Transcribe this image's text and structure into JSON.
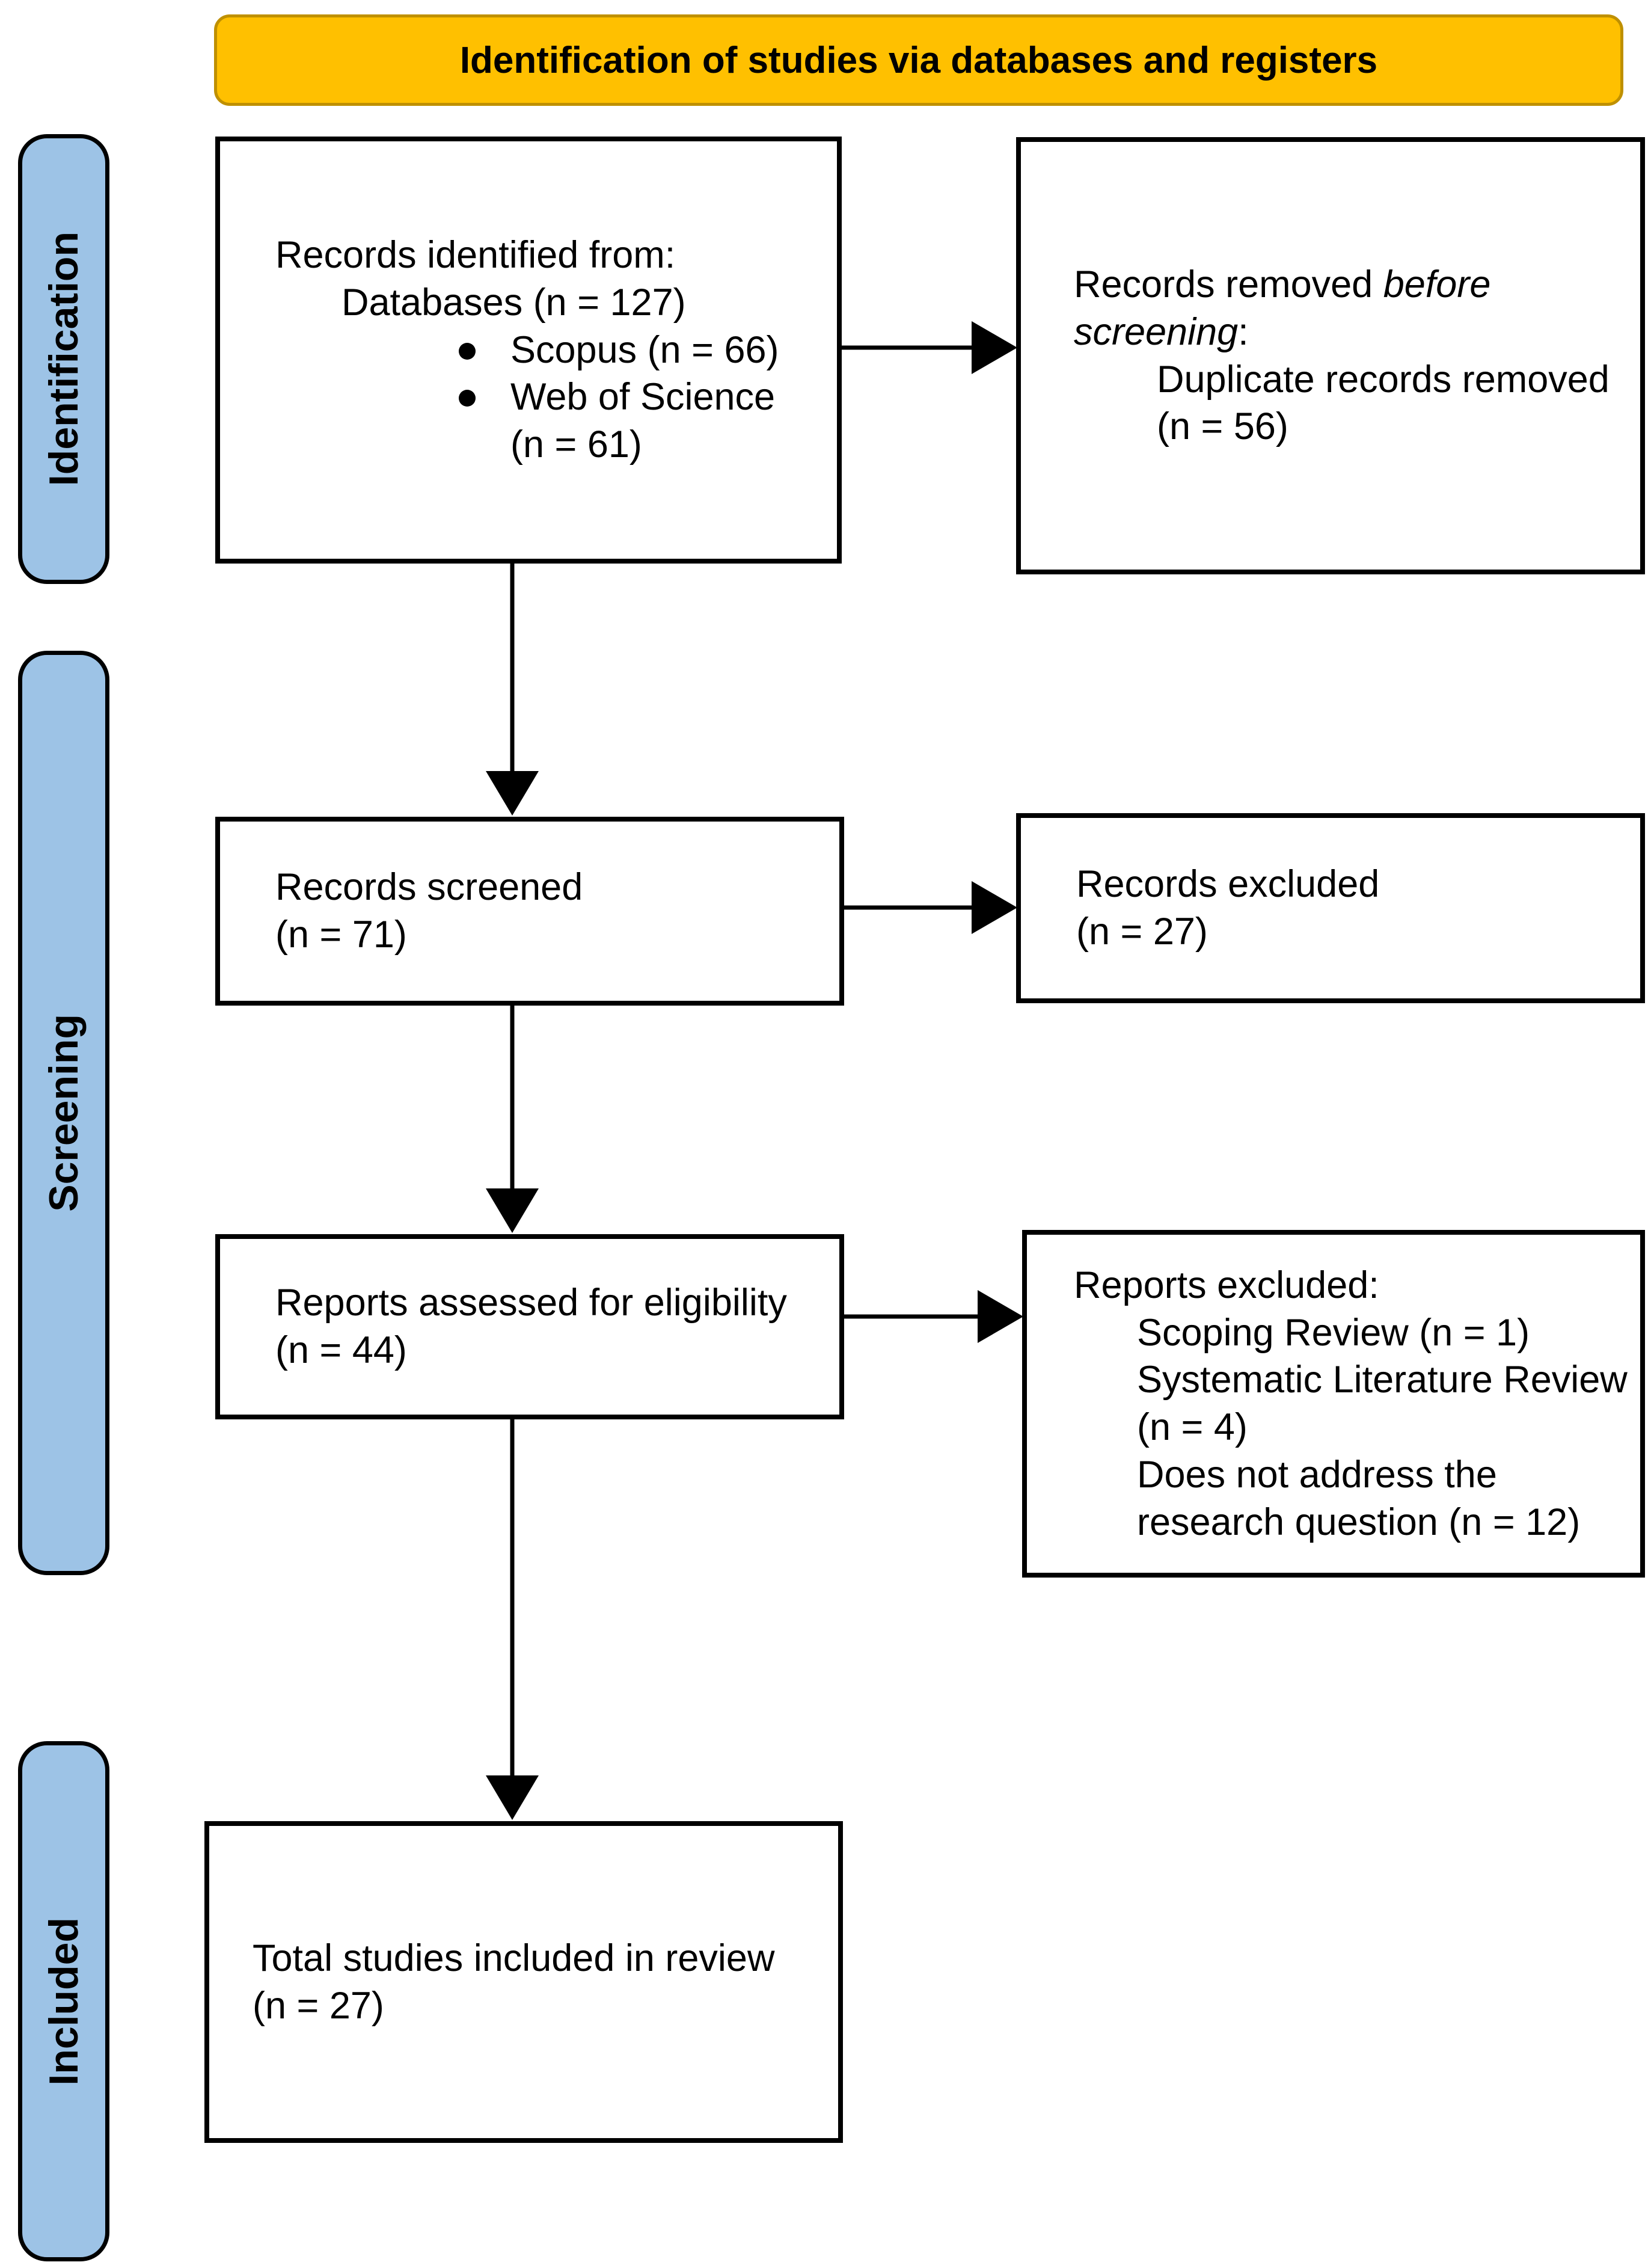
{
  "colors": {
    "background": "#FFFFFF",
    "header_fill": "#FFC000",
    "header_border": "#BF9000",
    "stage_fill": "#9DC3E6",
    "stage_border": "#000000",
    "box_border": "#000000",
    "arrow": "#000000"
  },
  "header": {
    "title": "Identification of studies via databases and registers"
  },
  "stages": {
    "identification": "Identification",
    "screening": "Screening",
    "included": "Included"
  },
  "boxes": {
    "records_identified": {
      "line1": "Records identified from:",
      "line2": "Databases (n = 127)",
      "bullet1": "Scopus (n = 66)",
      "bullet2_line1": "Web of Science",
      "bullet2_line2": "(n = 61)"
    },
    "records_removed": {
      "prefix": "Records removed ",
      "italic": "before screening",
      "colon": ":",
      "detail_line1": "Duplicate records removed",
      "detail_line2": "(n = 56)"
    },
    "records_screened": {
      "line1": "Records screened",
      "line2": "(n = 71)"
    },
    "records_excluded": {
      "line1": "Records excluded",
      "line2": "(n = 27)"
    },
    "reports_assessed": {
      "line1": "Reports assessed for eligibility",
      "line2": "(n = 44)"
    },
    "reports_excluded": {
      "title": "Reports excluded:",
      "lines": [
        "Scoping Review (n = 1)",
        "Systematic Literature Review",
        "(n = 4)",
        "Does not address the",
        "research question (n = 12)"
      ]
    },
    "total_included": {
      "line1": "Total studies included in review",
      "line2": "(n = 27)"
    }
  }
}
